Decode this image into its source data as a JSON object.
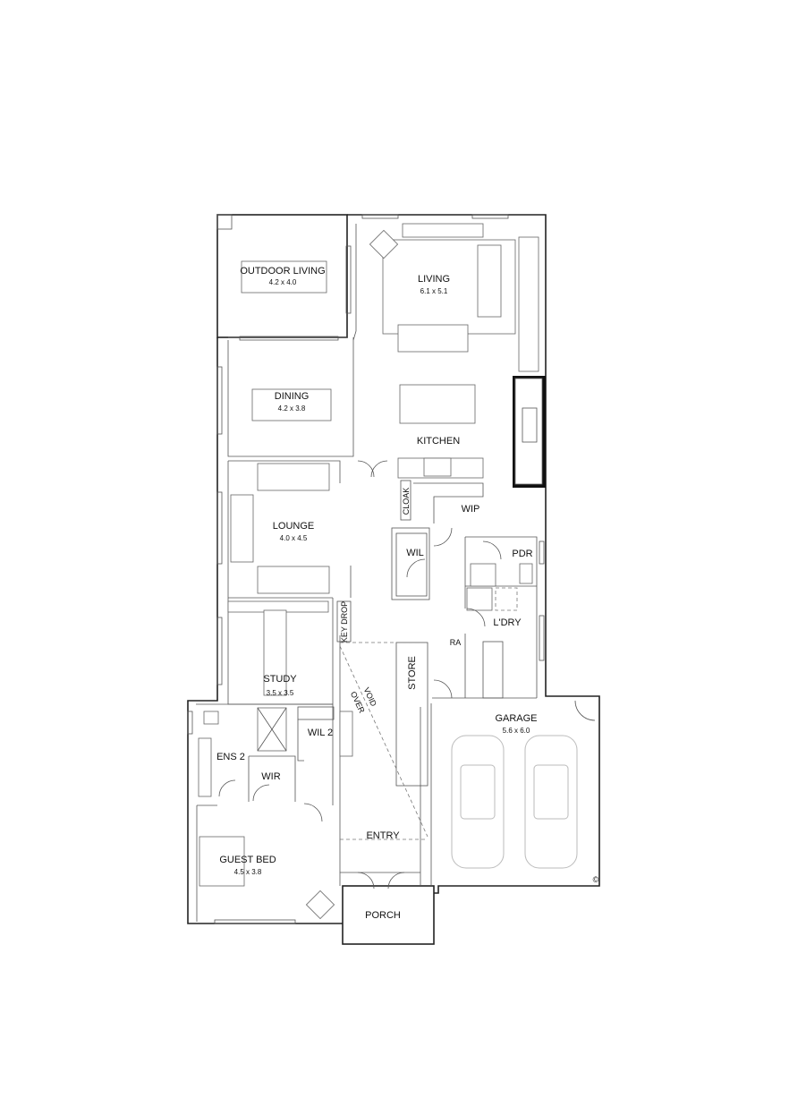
{
  "rooms": {
    "outdoor_living": {
      "name": "OUTDOOR LIVING",
      "size": "4.2 x 4.0"
    },
    "living": {
      "name": "LIVING",
      "size": "6.1 x 5.1"
    },
    "dining": {
      "name": "DINING",
      "size": "4.2 x 3.8"
    },
    "kitchen": {
      "name": "KITCHEN"
    },
    "lounge": {
      "name": "LOUNGE",
      "size": "4.0 x 4.5"
    },
    "cloak": {
      "name": "CLOAK"
    },
    "wip": {
      "name": "WIP"
    },
    "wil": {
      "name": "WIL"
    },
    "pdr": {
      "name": "PDR"
    },
    "ldry": {
      "name": "L'DRY"
    },
    "key_drop": {
      "name": "KEY DROP"
    },
    "study": {
      "name": "STUDY",
      "size": "3.5 x 3.5"
    },
    "ra": {
      "name": "RA"
    },
    "store": {
      "name": "STORE"
    },
    "void": {
      "line1": "VOID",
      "line2": "OVER"
    },
    "garage": {
      "name": "GARAGE",
      "size": "5.6 x 6.0"
    },
    "ens2": {
      "name": "ENS 2"
    },
    "wil2": {
      "name": "WIL 2"
    },
    "wir": {
      "name": "WIR"
    },
    "entry": {
      "name": "ENTRY"
    },
    "guest_bed": {
      "name": "GUEST BED",
      "size": "4.5 x 3.8"
    },
    "porch": {
      "name": "PORCH"
    }
  },
  "symbols": {
    "copyright": "©"
  }
}
